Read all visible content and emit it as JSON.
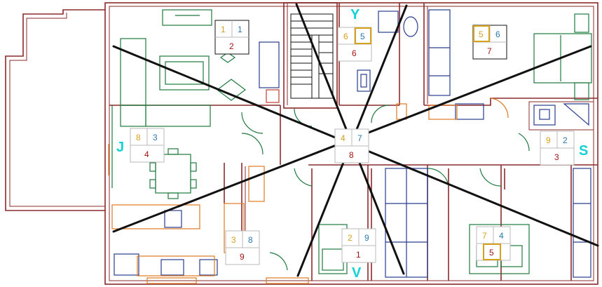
{
  "colors": {
    "wall": "#8b2a2a",
    "furniture": "#1e7a3e",
    "furniture_blue": "#2a3d8f",
    "wood": "#e07a22",
    "diagonal": "#111111",
    "grid_border": "#b8b8b8",
    "gold": "#d6a21e",
    "blue": "#2a7ab0",
    "red": "#a51313",
    "direction": "#14d2d2"
  },
  "direction_letters": {
    "north": "Y",
    "west": "J",
    "east": "S",
    "south": "V"
  },
  "grids": [
    {
      "id": "grid-top-left",
      "cells": [
        {
          "n": "1",
          "c": "gold"
        },
        {
          "n": "1",
          "c": "blue"
        },
        {
          "n": "2",
          "c": "red"
        }
      ]
    },
    {
      "id": "grid-top-center",
      "cells": [
        {
          "n": "6",
          "c": "gold"
        },
        {
          "n": "5",
          "c": "blue",
          "boxed": true
        },
        {
          "n": "6",
          "c": "red"
        }
      ]
    },
    {
      "id": "grid-top-right",
      "cells": [
        {
          "n": "5",
          "c": "gold",
          "boxed": true
        },
        {
          "n": "6",
          "c": "blue"
        },
        {
          "n": "7",
          "c": "red"
        }
      ]
    },
    {
      "id": "grid-left",
      "cells": [
        {
          "n": "8",
          "c": "gold"
        },
        {
          "n": "3",
          "c": "blue"
        },
        {
          "n": "4",
          "c": "red"
        }
      ]
    },
    {
      "id": "grid-center",
      "cells": [
        {
          "n": "4",
          "c": "gold"
        },
        {
          "n": "7",
          "c": "blue"
        },
        {
          "n": "8",
          "c": "red"
        }
      ]
    },
    {
      "id": "grid-right",
      "cells": [
        {
          "n": "9",
          "c": "gold"
        },
        {
          "n": "2",
          "c": "blue"
        },
        {
          "n": "3",
          "c": "red"
        }
      ]
    },
    {
      "id": "grid-bottom-left",
      "cells": [
        {
          "n": "3",
          "c": "gold"
        },
        {
          "n": "8",
          "c": "blue"
        },
        {
          "n": "9",
          "c": "red"
        }
      ]
    },
    {
      "id": "grid-bottom-center",
      "cells": [
        {
          "n": "2",
          "c": "gold"
        },
        {
          "n": "9",
          "c": "blue"
        },
        {
          "n": "1",
          "c": "red"
        }
      ]
    },
    {
      "id": "grid-bottom-right",
      "cells": [
        {
          "n": "7",
          "c": "gold"
        },
        {
          "n": "4",
          "c": "blue"
        },
        {
          "n": "5",
          "c": "red",
          "boxed": true
        }
      ]
    }
  ]
}
